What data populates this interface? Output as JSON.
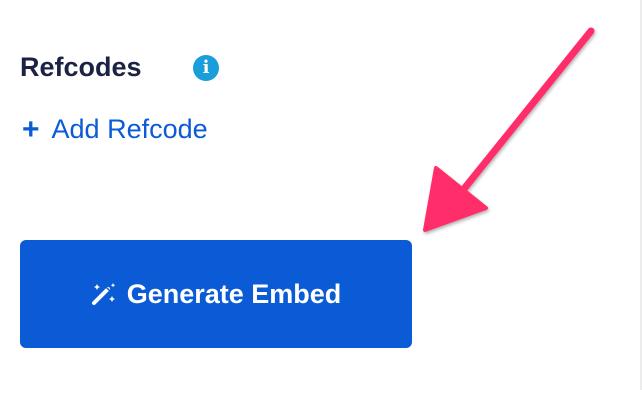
{
  "section": {
    "title": "Refcodes",
    "info_icon": "info-icon"
  },
  "add_refcode": {
    "icon": "plus-icon",
    "label": "Add Refcode"
  },
  "generate_button": {
    "icon": "magic-wand-icon",
    "label": "Generate Embed"
  },
  "annotation": {
    "arrow_color": "#ff2d6b"
  }
}
